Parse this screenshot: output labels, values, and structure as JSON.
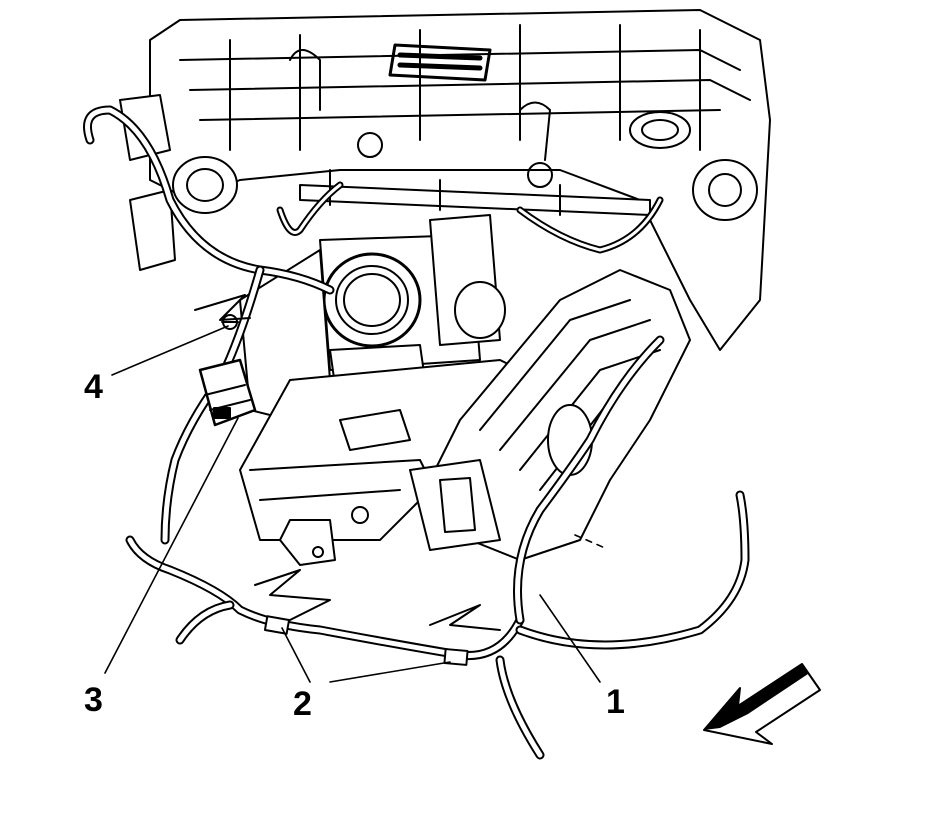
{
  "callouts": {
    "c1": "1",
    "c2": "2",
    "c3": "3",
    "c4": "4"
  },
  "colors": {
    "line": "#000000",
    "background": "#ffffff"
  },
  "icons": {
    "direction_arrow": "front-direction-arrow-icon"
  }
}
